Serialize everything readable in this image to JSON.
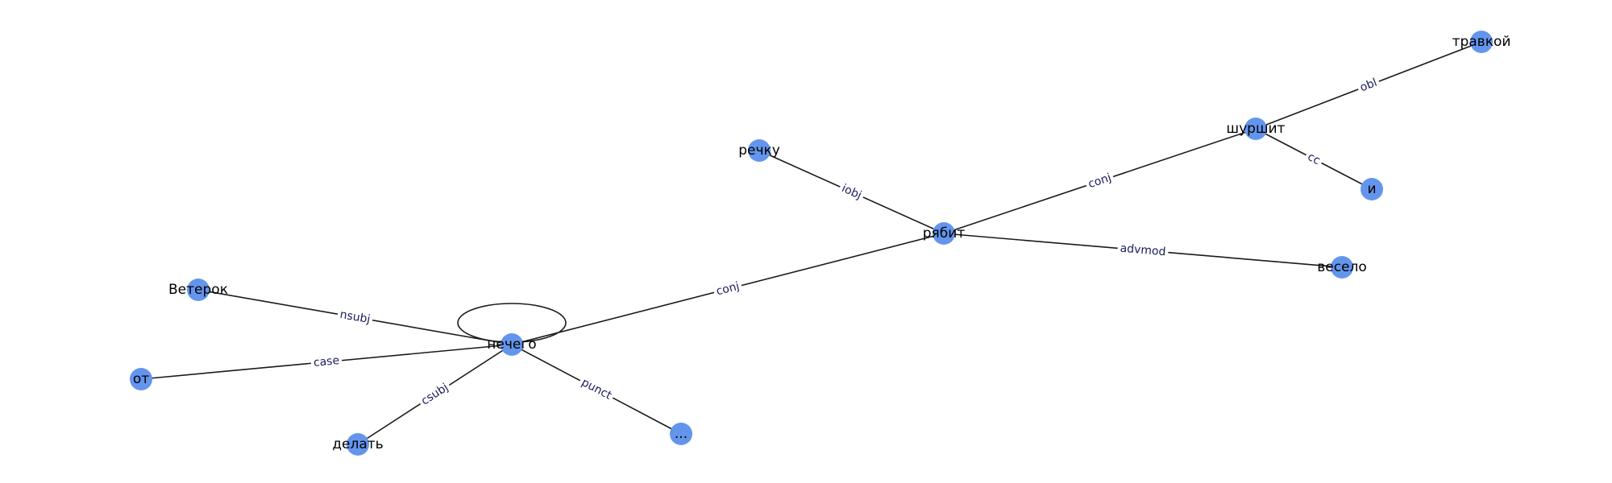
{
  "graph": {
    "node_color": "#6495ED",
    "edge_color": "#1a1a1a",
    "edge_label_color": "#1a1a5e",
    "nodes": [
      {
        "id": "travkoy",
        "label": "травкой"
      },
      {
        "id": "shurshit",
        "label": "шуршит"
      },
      {
        "id": "i",
        "label": "и"
      },
      {
        "id": "rechku",
        "label": "речку"
      },
      {
        "id": "ryabit",
        "label": "рябит"
      },
      {
        "id": "veselo",
        "label": "весело"
      },
      {
        "id": "veterok",
        "label": "Ветерок"
      },
      {
        "id": "nechego",
        "label": "нечего"
      },
      {
        "id": "ot",
        "label": "от"
      },
      {
        "id": "delat",
        "label": "делать"
      },
      {
        "id": "dots",
        "label": "..."
      }
    ],
    "edges": [
      {
        "source": "shurshit",
        "target": "travkoy",
        "label": "obl"
      },
      {
        "source": "shurshit",
        "target": "i",
        "label": "cc"
      },
      {
        "source": "ryabit",
        "target": "shurshit",
        "label": "conj"
      },
      {
        "source": "ryabit",
        "target": "rechku",
        "label": "iobj"
      },
      {
        "source": "ryabit",
        "target": "veselo",
        "label": "advmod"
      },
      {
        "source": "nechego",
        "target": "ryabit",
        "label": "conj"
      },
      {
        "source": "nechego",
        "target": "veterok",
        "label": "nsubj"
      },
      {
        "source": "nechego",
        "target": "ot",
        "label": "case"
      },
      {
        "source": "nechego",
        "target": "delat",
        "label": "csubj"
      },
      {
        "source": "nechego",
        "target": "dots",
        "label": "punct"
      }
    ],
    "self_loops": [
      {
        "node": "nechego"
      }
    ]
  }
}
